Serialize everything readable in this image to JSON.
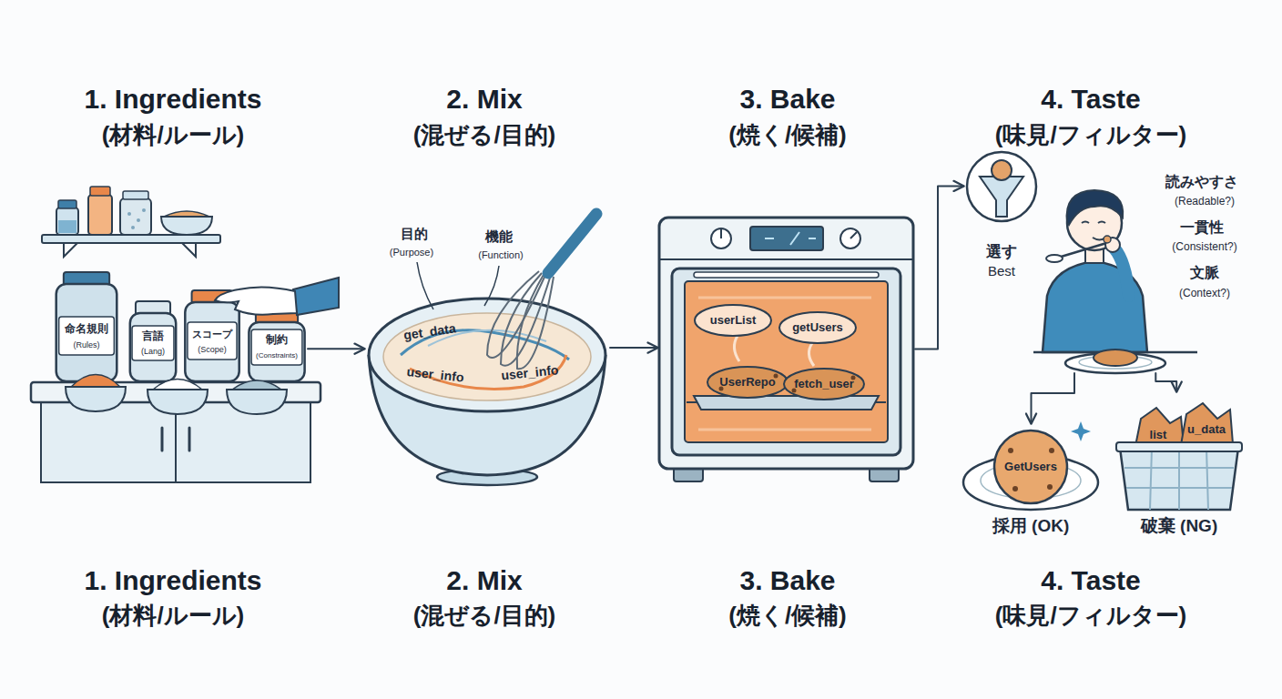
{
  "diagram": {
    "nodes": [
      {
        "text": [
          "命名規則",
          "(Rules)"
        ]
      },
      {
        "text": [
          "言語",
          "(Lang)"
        ]
      },
      {
        "text": [
          "スコープ",
          "(Scope)"
        ]
      },
      {
        "text": [
          "制約",
          "(Constraints)"
        ]
      },
      {
        "text": [
          "目的",
          "(Purpose)",
          "機能",
          "(Function)",
          "get_data",
          "user_info",
          "user_info"
        ]
      },
      {
        "text": [
          "userList",
          "getUsers",
          "UserRepo",
          "fetch_user"
        ]
      },
      {
        "text": [
          "選す",
          "Best"
        ]
      },
      {
        "text": [
          "読みやすさ",
          "(Readable?)",
          "一貫性",
          "(Consistent?)",
          "文脈",
          "(Context?)"
        ]
      },
      {
        "text": [
          "GetUsers",
          "採用 (OK)"
        ]
      },
      {
        "text": [
          "list",
          "u_data",
          "破棄 (NG)"
        ]
      }
    ],
    "edges": [
      {
        "from": 3,
        "to": 4,
        "arrow": "to"
      },
      {
        "from": 4,
        "to": 5,
        "arrow": "to"
      },
      {
        "from": 5,
        "to": 6,
        "arrow": "to"
      },
      {
        "from": 7,
        "to": 8,
        "arrow": "to"
      },
      {
        "from": 7,
        "to": 9,
        "arrow": "to"
      }
    ],
    "labels": [
      "1. Ingredients",
      "(材料/ルール)",
      "2. Mix",
      "(混ぜる/目的)",
      "3. Bake",
      "(焼く/候補)",
      "4. Taste",
      "(味見/フィルター)",
      "1. Ingredients",
      "(材料/ルール)",
      "2. Mix",
      "(混ぜる/目的)",
      "3. Bake",
      "(焼く/候補)",
      "4. Taste",
      "(味見/フィルター)"
    ]
  }
}
